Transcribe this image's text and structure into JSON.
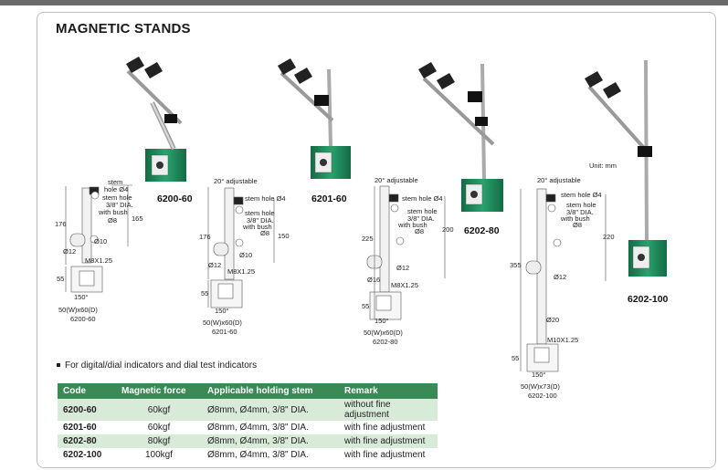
{
  "title": "MAGNETIC STANDS",
  "unit_note": "Unit: mm",
  "note": "For digital/dial indicators and dial test indicators",
  "products": [
    {
      "code": "6200-60",
      "base": "50(W)x60(D)",
      "labels": {
        "stem1": "stem",
        "hole4": "hole Ø4",
        "stemhole": "stem hole",
        "dia": "3/8\" DIA.",
        "bush": "with bush",
        "d8": "Ø8",
        "h176": "176",
        "h165": "165",
        "d10": "Ø10",
        "d12": "Ø12",
        "m8": "M8X1.25",
        "h55": "55",
        "w150": "150°"
      }
    },
    {
      "code": "6201-60",
      "base": "50(W)x60(D)",
      "labels": {
        "adj": "20° adjustable",
        "stemhole4": "stem hole Ø4",
        "stemhole": "stem hole",
        "dia": "3/8\" DIA.",
        "bush": "with bush",
        "d8": "Ø8",
        "h176": "176",
        "h150": "150",
        "d10": "Ø10",
        "d12": "Ø12",
        "m8": "M8X1.25",
        "h55": "55",
        "w150": "150°"
      }
    },
    {
      "code": "6202-80",
      "base": "50(W)x60(D)",
      "labels": {
        "adj": "20° adjustable",
        "stemhole4": "stem hole Ø4",
        "stemhole": "stem hole",
        "dia": "3/8\" DIA.",
        "bush": "with bush",
        "d8": "Ø8",
        "h225": "225",
        "h200": "200",
        "d12": "Ø12",
        "d16": "Ø16",
        "m8": "M8X1.25",
        "h55": "55",
        "w150": "150°"
      }
    },
    {
      "code": "6202-100",
      "base": "50(W)x73(D)",
      "labels": {
        "adj": "20° adjustable",
        "stemhole4": "stem hole Ø4",
        "stemhole": "stem hole",
        "dia": "3/8\" DIA.",
        "bush": "with bush",
        "d8": "Ø8",
        "h355": "355",
        "h220": "220",
        "d12": "Ø12",
        "d20": "Ø20",
        "m10": "M10X1.25",
        "h55": "55",
        "w150": "150°"
      }
    }
  ],
  "table": {
    "headers": [
      "Code",
      "Magnetic force",
      "Applicable holding stem",
      "Remark"
    ],
    "rows": [
      [
        "6200-60",
        "60kgf",
        "Ø8mm, Ø4mm, 3/8\" DIA.",
        "without fine adjustment"
      ],
      [
        "6201-60",
        "60kgf",
        "Ø8mm, Ø4mm, 3/8\" DIA.",
        "with fine adjustment"
      ],
      [
        "6202-80",
        "80kgf",
        "Ø8mm, Ø4mm, 3/8\" DIA.",
        "with fine adjustment"
      ],
      [
        "6202-100",
        "100kgf",
        "Ø8mm, Ø4mm, 3/8\" DIA.",
        "with fine adjustment"
      ]
    ]
  },
  "colors": {
    "base_green": "#1f8a5c",
    "header_green": "#3a8a55",
    "row_alt": "#d8ead8"
  }
}
